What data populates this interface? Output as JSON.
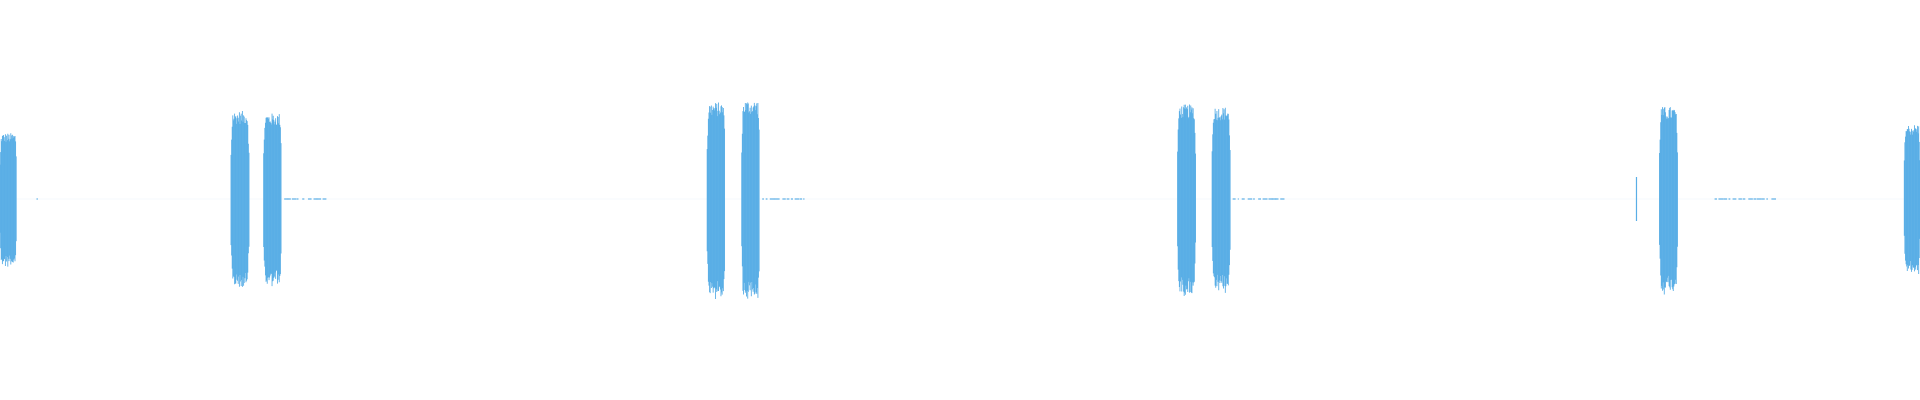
{
  "waveform": {
    "color": "#5aaee6",
    "bursts": [
      {
        "center": 0.004,
        "amplitude": 0.6
      },
      {
        "center": 0.125,
        "amplitude": 0.8
      },
      {
        "center": 0.142,
        "amplitude": 0.78
      },
      {
        "center": 0.373,
        "amplitude": 0.88
      },
      {
        "center": 0.391,
        "amplitude": 0.9
      },
      {
        "center": 0.618,
        "amplitude": 0.86
      },
      {
        "center": 0.636,
        "amplitude": 0.84
      },
      {
        "center": 0.869,
        "amplitude": 0.84
      },
      {
        "center": 0.9965,
        "amplitude": 0.68
      }
    ],
    "ticks": [
      {
        "center": 0.869,
        "amplitude": 0.2
      }
    ],
    "low_level_segments": [
      {
        "start": 0.019,
        "end": 0.021
      },
      {
        "start": 0.148,
        "end": 0.17
      },
      {
        "start": 0.397,
        "end": 0.419
      },
      {
        "start": 0.642,
        "end": 0.669
      },
      {
        "start": 0.893,
        "end": 0.925
      }
    ]
  }
}
